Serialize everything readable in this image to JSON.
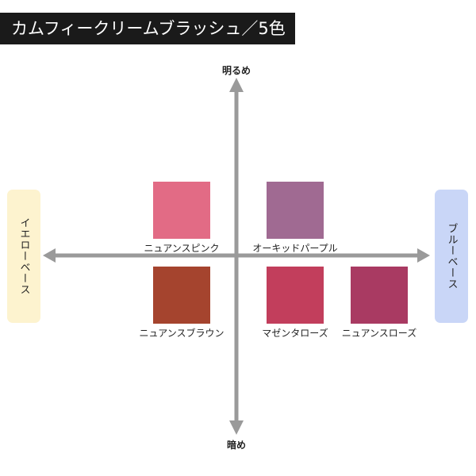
{
  "title": "カムフィークリームブラッシュ／5色",
  "axis": {
    "top_label": "明るめ",
    "bottom_label": "暗め",
    "left_label": "イエローベース",
    "right_label": "ブルーベース"
  },
  "colors": {
    "axis": "#9a9a9a",
    "yellow_base_box": "#fdf3cf",
    "blue_base_box": "#c9d6f7"
  },
  "swatches": [
    {
      "label": "ニュアンスピンク",
      "color": "#e26b85"
    },
    {
      "label": "オーキッドパープル",
      "color": "#a06a92"
    },
    {
      "label": "ニュアンスブラウン",
      "color": "#a5442e"
    },
    {
      "label": "マゼンタローズ",
      "color": "#c23e5c"
    },
    {
      "label": "ニュアンスローズ",
      "color": "#a93a62"
    }
  ]
}
